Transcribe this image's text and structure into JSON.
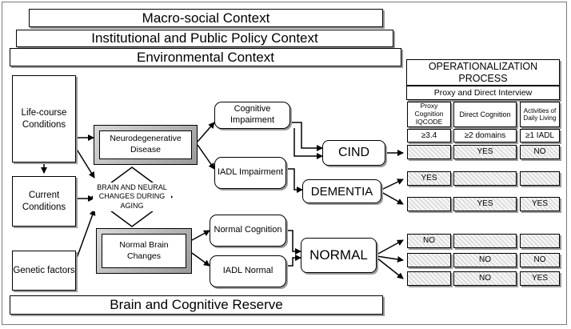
{
  "contexts": {
    "macro": "Macro-social Context",
    "institutional": "Institutional and Public Policy Context",
    "environmental": "Environmental Context",
    "reserve": "Brain and Cognitive Reserve"
  },
  "determinants": {
    "life_course": "Life-course Conditions",
    "current": "Current Conditions",
    "genetic": "Genetic factors"
  },
  "brain": {
    "neurodegenerative": "Neurodegenerative Disease",
    "aging_changes": "BRAIN AND NEURAL CHANGES DURING AGING",
    "normal_changes": "Normal Brain Changes"
  },
  "domains": {
    "cognitive_impairment": "Cognitive Impairment",
    "iadl_impairment": "IADL Impairment",
    "normal_cognition": "Normal Cognition",
    "iadl_normal": "IADL Normal"
  },
  "outcomes": {
    "cind": "CIND",
    "dementia": "DEMENTIA",
    "normal": "NORMAL"
  },
  "operationalization": {
    "title": "OPERATIONALIZATION PROCESS",
    "subtitle": "Proxy and Direct Interview",
    "columns": [
      {
        "header": "Proxy Cognition IQCODE",
        "threshold": "≥3.4"
      },
      {
        "header": "Direct Cognition",
        "threshold": "≥2 domains"
      },
      {
        "header": "Activities of Daily Living",
        "threshold": "≥1 IADL"
      }
    ],
    "rows": [
      {
        "outcome": "CIND",
        "cells": [
          "",
          "YES",
          "NO"
        ]
      },
      {
        "outcome": "DEMENTIA",
        "cells": [
          "YES",
          "",
          ""
        ]
      },
      {
        "outcome": "DEMENTIA",
        "cells": [
          "",
          "YES",
          "YES"
        ]
      },
      {
        "outcome": "NORMAL",
        "cells": [
          "NO",
          "",
          ""
        ]
      },
      {
        "outcome": "NORMAL",
        "cells": [
          "",
          "NO",
          "NO"
        ]
      },
      {
        "outcome": "NORMAL",
        "cells": [
          "",
          "NO",
          "YES"
        ]
      }
    ]
  }
}
